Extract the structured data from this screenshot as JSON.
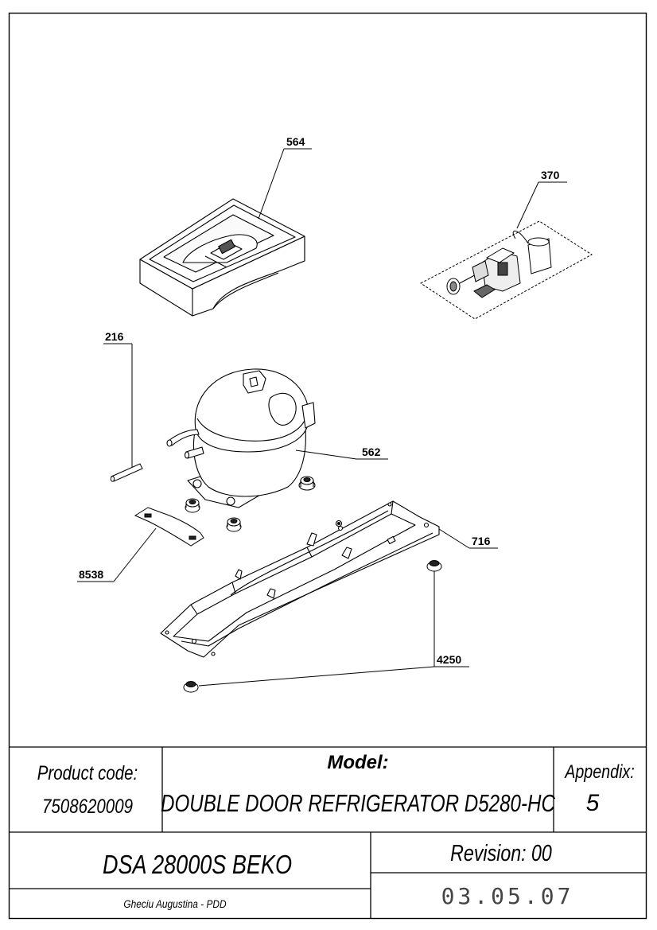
{
  "parts": {
    "p564": "564",
    "p370": "370",
    "p216": "216",
    "p562": "562",
    "p716": "716",
    "p8538": "8538",
    "p4250": "4250"
  },
  "title_block": {
    "product_code_label": "Product code:",
    "product_code": "7508620009",
    "model_label": "Model:",
    "model": "DOUBLE DOOR REFRIGERATOR D5280-HC",
    "appendix_label": "Appendix:",
    "appendix": "5",
    "assembly": "DSA 28000S BEKO",
    "author": "Gheciu Augustina - PDD",
    "revision": "Revision: 00",
    "date": "03.05.07"
  }
}
